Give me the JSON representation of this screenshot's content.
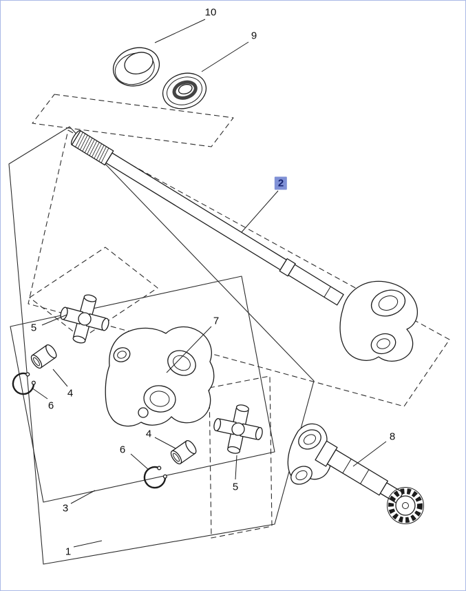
{
  "page": {
    "background_color": "#ffffff",
    "border_color": "#a9b9e6"
  },
  "diagram": {
    "kind": "exploded-parts-diagram",
    "line_color": "#1c1c1c",
    "phantom_line_style": "dashed",
    "selected_callout": "2",
    "highlight_background": "#8091d6",
    "highlight_text_color": "#14216e"
  },
  "callouts": [
    {
      "label": "10",
      "selected": false
    },
    {
      "label": "9",
      "selected": false
    },
    {
      "label": "2",
      "selected": true
    },
    {
      "label": "5",
      "selected": false
    },
    {
      "label": "7",
      "selected": false
    },
    {
      "label": "4",
      "selected": false
    },
    {
      "label": "6",
      "selected": false
    },
    {
      "label": "4",
      "selected": false
    },
    {
      "label": "6",
      "selected": false
    },
    {
      "label": "5",
      "selected": false
    },
    {
      "label": "8",
      "selected": false
    },
    {
      "label": "3",
      "selected": false
    },
    {
      "label": "1",
      "selected": false
    }
  ]
}
